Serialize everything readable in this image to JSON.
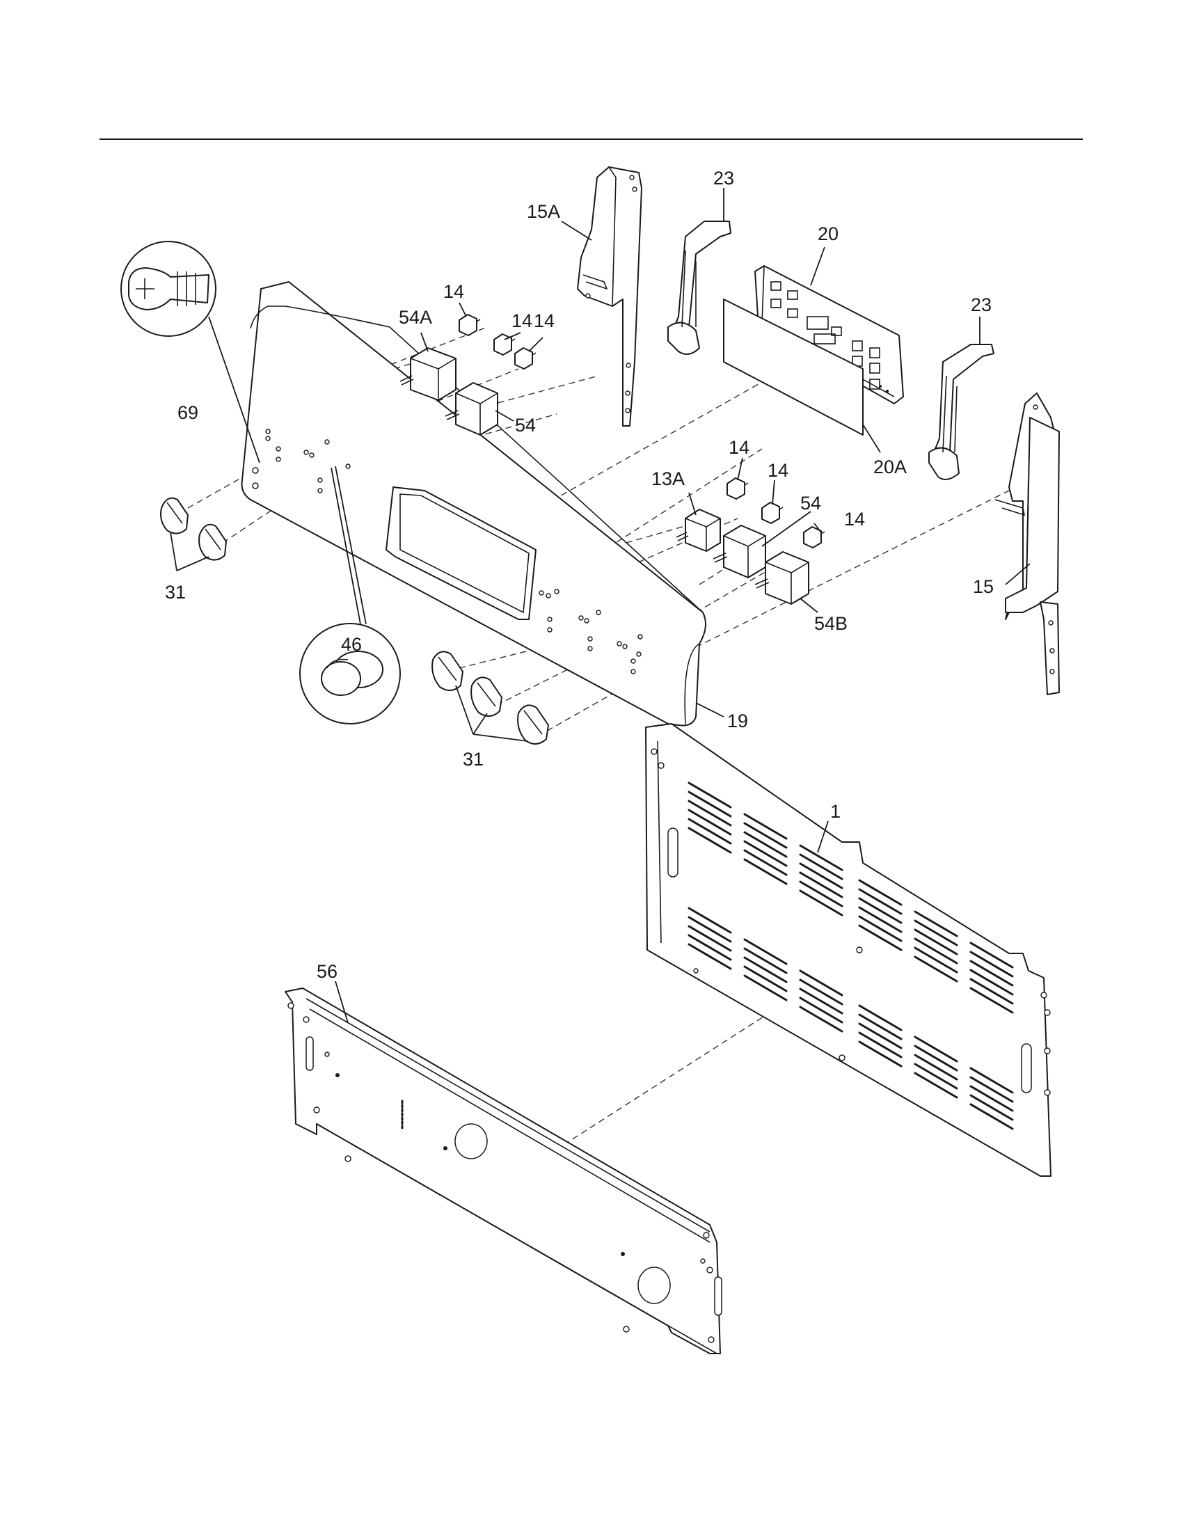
{
  "callouts": {
    "p1": "1",
    "p13a": "13A",
    "p14_a": "14",
    "p14_b": "14",
    "p14_c": "14",
    "p14_d": "14",
    "p14_e": "14",
    "p14_f": "14",
    "p15": "15",
    "p15a": "15A",
    "p19": "19",
    "p20": "20",
    "p20a": "20A",
    "p23_left": "23",
    "p23_right": "23",
    "p31_left": "31",
    "p31_right": "31",
    "p46": "46",
    "p54_left": "54",
    "p54_right": "54",
    "p54a": "54A",
    "p54b": "54B",
    "p56": "56",
    "p69": "69"
  },
  "colors": {
    "line": "#1a1a1a",
    "background": "#ffffff"
  }
}
